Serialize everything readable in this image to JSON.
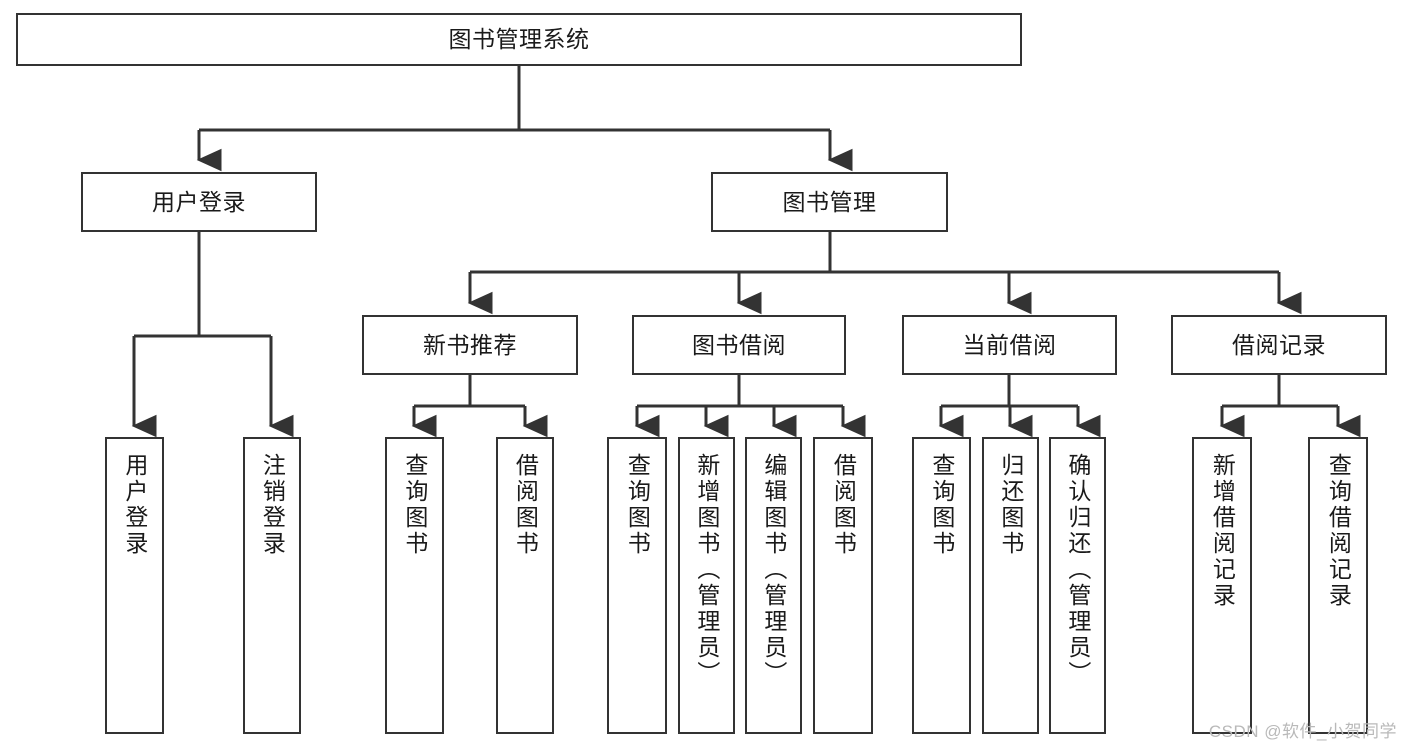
{
  "diagram": {
    "title": "图书管理系统",
    "type": "tree-hierarchy-chart",
    "colors": {
      "background": "#ffffff",
      "node_fill": "#ffffff",
      "node_stroke": "#333333",
      "connector": "#333333",
      "text": "#1a1a1a",
      "watermark": "#b9b9b9"
    },
    "root": {
      "label": "图书管理系统"
    },
    "level2": [
      {
        "label": "用户登录"
      },
      {
        "label": "图书管理"
      }
    ],
    "level3": [
      {
        "label": "新书推荐"
      },
      {
        "label": "图书借阅"
      },
      {
        "label": "当前借阅"
      },
      {
        "label": "借阅记录"
      }
    ],
    "leaves": {
      "user_login": [
        {
          "label": "用户登录"
        },
        {
          "label": "注销登录"
        }
      ],
      "new_book_recommend": [
        {
          "label": "查询图书"
        },
        {
          "label": "借阅图书"
        }
      ],
      "book_borrow": [
        {
          "label": "查询图书"
        },
        {
          "label": "新增图书（管理员）"
        },
        {
          "label": "编辑图书（管理员）"
        },
        {
          "label": "借阅图书"
        }
      ],
      "current_borrow": [
        {
          "label": "查询图书"
        },
        {
          "label": "归还图书"
        },
        {
          "label": "确认归还（管理员）"
        }
      ],
      "borrow_record": [
        {
          "label": "新增借阅记录"
        },
        {
          "label": "查询借阅记录"
        }
      ]
    }
  },
  "watermark": {
    "text": "CSDN @软件_小贺同学"
  }
}
